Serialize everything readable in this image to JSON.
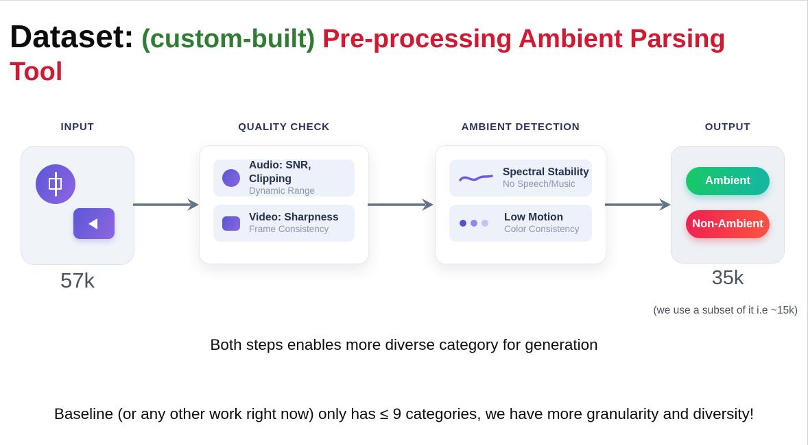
{
  "title": {
    "black": "Dataset:",
    "green": "(custom-built)",
    "red": "Pre-processing Ambient Parsing Tool"
  },
  "stages": {
    "input": {
      "label": "INPUT",
      "count": "57k",
      "icons": [
        "audio-badge-icon",
        "video-play-icon"
      ]
    },
    "quality_check": {
      "label": "QUALITY CHECK",
      "items": [
        {
          "icon": "audio-dot-icon",
          "title": "Audio: SNR, Clipping",
          "subtitle": "Dynamic Range"
        },
        {
          "icon": "video-square-icon",
          "title": "Video: Sharpness",
          "subtitle": "Frame Consistency"
        }
      ]
    },
    "ambient_detection": {
      "label": "AMBIENT DETECTION",
      "items": [
        {
          "icon": "waveform-icon",
          "title": "Spectral Stability",
          "subtitle": "No Speech/Music"
        },
        {
          "icon": "motion-dots-icon",
          "title": "Low Motion",
          "subtitle": "Color Consistency"
        }
      ]
    },
    "output": {
      "label": "OUTPUT",
      "count": "35k",
      "note": "(we use a subset of it i.e ~15k)",
      "pills": [
        {
          "label": "Ambient",
          "gradient": [
            "#17c964",
            "#16b5a6"
          ]
        },
        {
          "label": "Non-Ambient",
          "gradient": [
            "#ef2153",
            "#f95540"
          ]
        }
      ]
    }
  },
  "notes": {
    "line1": "Both steps enables more diverse category for generation",
    "line2": "Baseline (or any other work right now) only has ≤ 9 categories, we have more granularity and diversity!"
  },
  "colors": {
    "title_green": "#2e7d32",
    "title_red": "#d01a33",
    "stage_header_navy": "#2d3360",
    "accent_purple": "#6b5ce7",
    "arrow_gray": "#64748b",
    "card_row_bg": "#edf1fa",
    "input_box_bg": "#f0f4f8"
  }
}
